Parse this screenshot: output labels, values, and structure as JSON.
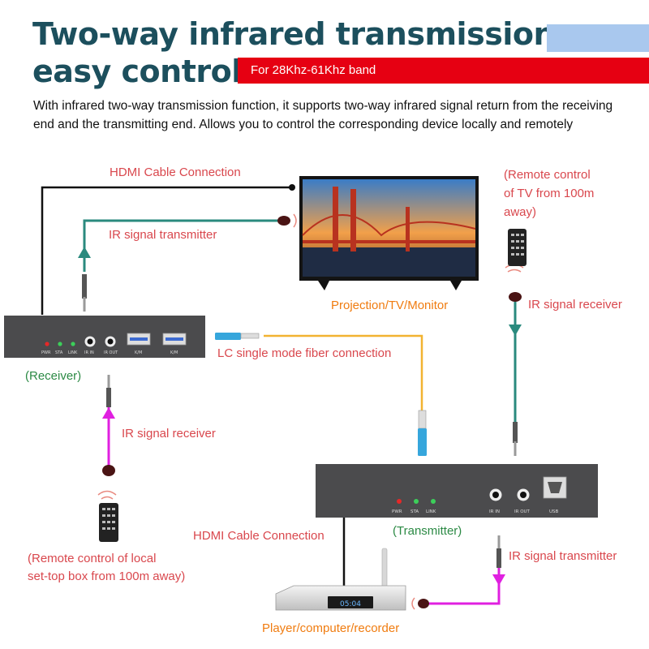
{
  "header": {
    "title_line1": "Two-way infrared transmission",
    "title_line2": "easy control",
    "band_badge": "For 28Khz-61Khz band"
  },
  "intro": "With infrared two-way transmission function, it supports two-way infrared signal return from the receiving end and the transmitting end. Allows you to control the corresponding device locally and remotely",
  "labels": {
    "hdmi_top": "HDMI Cable Connection",
    "ir_transmitter_top": "IR signal transmitter",
    "remote_tv": [
      "(Remote control",
      "of TV from 100m",
      "away)"
    ],
    "ir_receiver_right": "IR signal receiver",
    "display": "Projection/TV/Monitor",
    "fiber": "LC single mode fiber connection",
    "receiver": "(Receiver)",
    "ir_receiver_left": "IR signal receiver",
    "hdmi_bottom": "HDMI Cable Connection",
    "transmitter": "(Transmitter)",
    "ir_transmitter_bottom": "IR signal transmitter",
    "remote_local": [
      "(Remote control of local",
      "set-top box from 100m away)"
    ],
    "player": "Player/computer/recorder"
  },
  "receiver_panel": {
    "leds": [
      "PWR",
      "STA",
      "LINK"
    ],
    "ports": [
      "IR IN",
      "IR OUT",
      "K/M",
      "K/M"
    ]
  },
  "transmitter_panel": {
    "leds": [
      "PWR",
      "STA",
      "LINK"
    ],
    "ports": [
      "IR IN",
      "IR OUT",
      "USB"
    ]
  },
  "player_display": "05:04",
  "colors": {
    "title": "#1c4f5d",
    "band_badge_bg": "#e60012",
    "ir_transmit_cable": "#2a8a7e",
    "ir_receive_cable": "#e020e0",
    "fiber": "#f2b331",
    "label_pink": "#d9474d",
    "label_orange": "#f07c10",
    "label_green": "#2c8a45"
  },
  "icons": [
    "remote-control-icon",
    "ir-emitter-icon",
    "ir-receiver-icon",
    "tv-icon",
    "set-top-box-icon",
    "lc-fiber-connector-icon",
    "audio-jack-icon"
  ]
}
